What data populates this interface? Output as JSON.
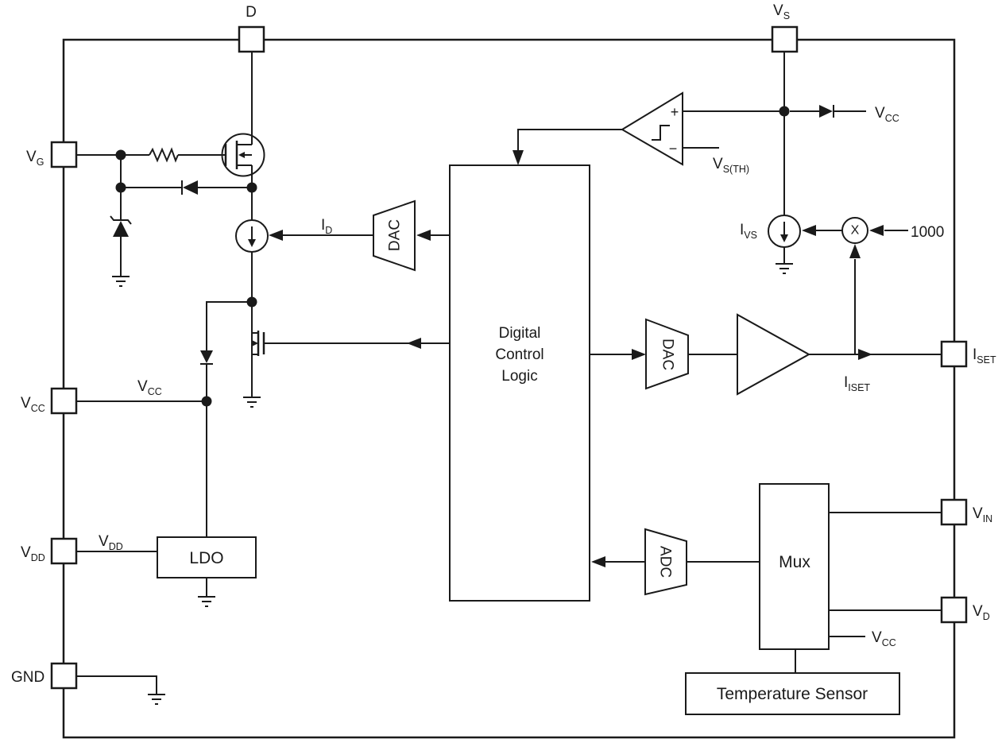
{
  "pins": {
    "d": {
      "label": "D"
    },
    "vs": {
      "main": "V",
      "sub": "S"
    },
    "vg": {
      "main": "V",
      "sub": "G"
    },
    "vcc": {
      "main": "V",
      "sub": "CC"
    },
    "vdd": {
      "main": "V",
      "sub": "DD"
    },
    "gnd": {
      "label": "GND"
    },
    "iset": {
      "main": "I",
      "sub": "SET"
    },
    "vin": {
      "main": "V",
      "sub": "IN"
    },
    "vd": {
      "main": "V",
      "sub": "D"
    }
  },
  "blocks": {
    "digital_control_logic": {
      "line1": "Digital",
      "line2": "Control",
      "line3": "Logic"
    },
    "dac_left": {
      "label": "DAC"
    },
    "dac_right": {
      "label": "DAC"
    },
    "adc": {
      "label": "ADC"
    },
    "ldo": {
      "label": "LDO"
    },
    "mux": {
      "label": "Mux"
    },
    "temperature_sensor": {
      "label": "Temperature Sensor"
    }
  },
  "comparator": {
    "plus_label": "+",
    "minus_label": "−"
  },
  "multiplier": {
    "symbol": "X",
    "gain_label": "1000"
  },
  "nets": {
    "vcc_rail": {
      "main": "V",
      "sub": "CC"
    },
    "vdd_rail": {
      "main": "V",
      "sub": "DD"
    },
    "vcc_clamp": {
      "main": "V",
      "sub": "CC"
    },
    "vcc_mux": {
      "main": "V",
      "sub": "CC"
    },
    "vs_threshold": {
      "main": "V",
      "sub": "S(TH)"
    },
    "i_d": {
      "main": "I",
      "sub": "D"
    },
    "i_vs": {
      "main": "I",
      "sub": "VS"
    },
    "i_iset": {
      "main": "I",
      "sub": "ISET"
    }
  },
  "icons": {
    "hysteresis": "step-symbol",
    "ground": "ground-bars",
    "current_source": "circle-down-arrow",
    "multiplier": "circle-x"
  },
  "colors": {
    "background": "#ffffff",
    "canvas_fill": "#f0f0f0",
    "line": "#1a1a1a",
    "block_fill": "#ffffff"
  }
}
